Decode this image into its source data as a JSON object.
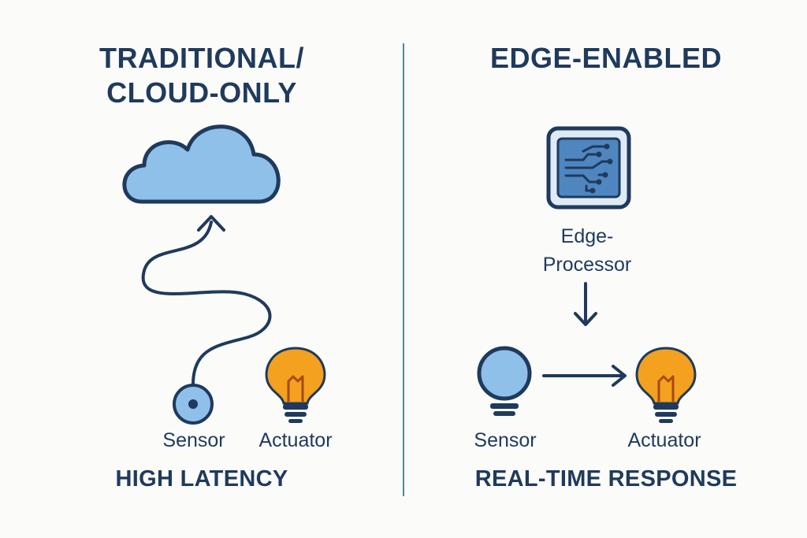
{
  "left_panel": {
    "title_lines": [
      "TRADITIONAL/",
      "CLOUD-ONLY"
    ],
    "sensor_label": "Sensor",
    "actuator_label": "Actuator",
    "footer": "HIGH LATENCY"
  },
  "right_panel": {
    "title": "EDGE-ENABLED",
    "processor_label_lines": [
      "Edge-",
      "Processor"
    ],
    "sensor_label": "Sensor",
    "actuator_label": "Actuator",
    "footer": "REAL-TIME RESPONSE"
  },
  "colors": {
    "navy": "#1f3a5c",
    "cloud_fill": "#8ec0ea",
    "chip_fill": "#4f86c0",
    "bulb_fill": "#f3a11f",
    "divider": "#4f86a3",
    "background": "#fbfbf9"
  },
  "icons": [
    "cloud-icon",
    "edge-processor-chip-icon",
    "sensor-icon",
    "lightbulb-icon",
    "arrow-icon"
  ]
}
